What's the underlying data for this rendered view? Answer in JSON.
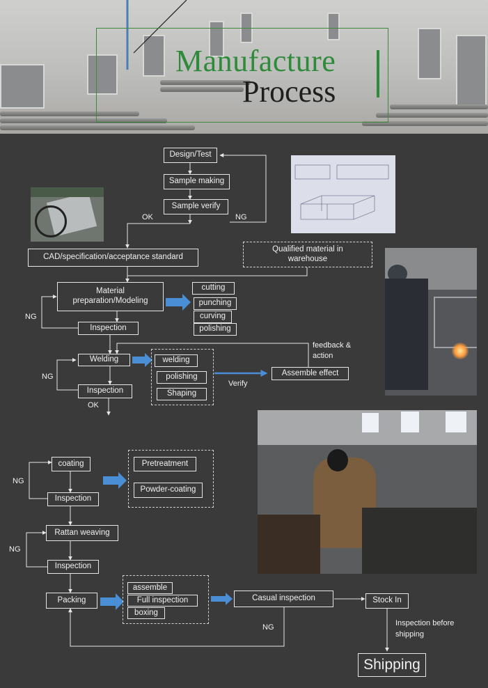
{
  "header": {
    "title_line1": "Manufacture",
    "title_line2": "Process"
  },
  "flow": {
    "design_test": "Design/Test",
    "sample_making": "Sample making",
    "sample_verify": "Sample verify",
    "ok_1": "OK",
    "ng_1": "NG",
    "cad": "CAD/specification/acceptance standard",
    "qualified_material": "Qualified material in warehouse",
    "material_prep": "Material preparation/Modeling",
    "cutting": "cutting",
    "punching": "punching",
    "curving": "curving",
    "polishing_1": "polishing",
    "inspection_1": "Inspection",
    "ng_2": "NG",
    "welding_main": "Welding",
    "welding_sub": "welding",
    "polishing_2": "polishing",
    "shaping": "Shaping",
    "verify": "Verify",
    "assemble_effect": "Assemble effect",
    "feedback": "feedback & action",
    "ng_3": "NG",
    "inspection_2": "Inspection",
    "ok_2": "OK",
    "coating": "coating",
    "pretreatment": "Pretreatment",
    "powder_coating": "Powder-coating",
    "ng_4": "NG",
    "inspection_3": "Inspection",
    "rattan_weaving": "Rattan weaving",
    "ng_5": "NG",
    "inspection_4": "Inspection",
    "packing": "Packing",
    "assemble": "assemble",
    "full_inspection": "Full inspection",
    "boxing": "boxing",
    "casual_inspection": "Casual inspection",
    "stock_in": "Stock In",
    "ng_6": "NG",
    "inspection_before_shipping": "Inspection before shipping",
    "shipping": "Shipping"
  },
  "colors": {
    "background": "#3a3a3a",
    "accent_arrow": "#4a8fd6",
    "title_green": "#2f8a3a",
    "line": "#e6e6e6"
  }
}
